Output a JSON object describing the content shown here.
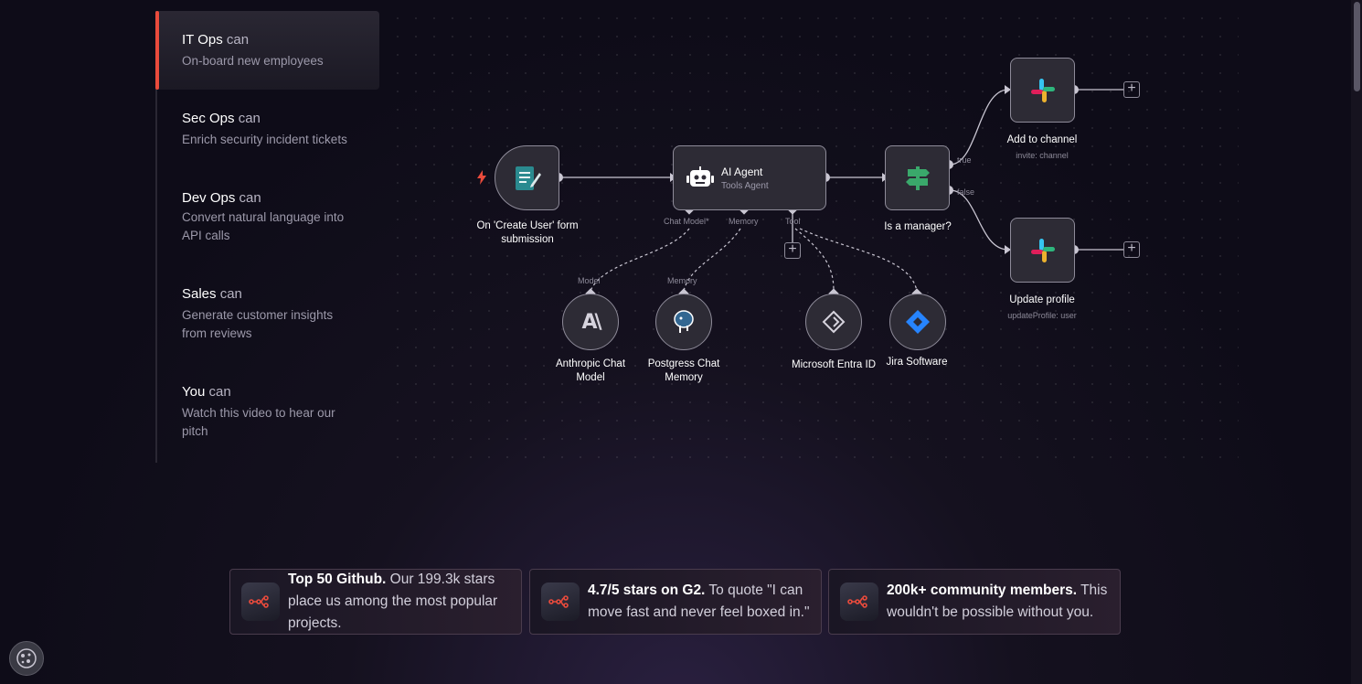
{
  "tabs": [
    {
      "title": "IT Ops",
      "can": "can",
      "desc": "On-board new employees"
    },
    {
      "title": "Sec Ops",
      "can": "can",
      "desc": "Enrich security incident tickets"
    },
    {
      "title": "Dev Ops",
      "can": "can",
      "desc": "Convert natural language into API calls"
    },
    {
      "title": "Sales",
      "can": "can",
      "desc": "Generate customer insights from reviews"
    },
    {
      "title": "You",
      "can": "can",
      "desc": "Watch this video to hear our pitch"
    }
  ],
  "workflow": {
    "trigger": {
      "label": "On 'Create User' form submission",
      "icon": "form-icon"
    },
    "agent": {
      "title": "AI Agent",
      "subtitle": "Tools Agent",
      "icon": "robot-icon",
      "ports": {
        "chat_model": "Chat Model*",
        "memory": "Memory",
        "tool": "Tool"
      }
    },
    "switch": {
      "label": "Is a manager?",
      "true_label": "true",
      "false_label": "false",
      "icon": "signpost-icon"
    },
    "slack_top": {
      "label": "Add to channel",
      "sub": "invite: channel",
      "icon": "slack-icon"
    },
    "slack_bottom": {
      "label": "Update profile",
      "sub": "updateProfile: user",
      "icon": "slack-icon"
    },
    "model": {
      "label": "Anthropic Chat Model",
      "port": "Model",
      "icon": "anthropic-icon"
    },
    "memory": {
      "label": "Postgress Chat Memory",
      "port": "Memory",
      "icon": "postgres-icon"
    },
    "entra": {
      "label": "Microsoft Entra ID",
      "icon": "entra-icon"
    },
    "jira": {
      "label": "Jira Software",
      "icon": "jira-icon"
    }
  },
  "cards": [
    {
      "bold": "Top 50 Github.",
      "text": " Our 199.3k stars place us among the most popular projects."
    },
    {
      "bold": "4.7/5 stars on G2.",
      "text": " To quote \"I can move fast and never feel boxed in.\""
    },
    {
      "bold": "200k+ community members.",
      "text": " This wouldn't be possible without you."
    }
  ],
  "colors": {
    "accent": "#ea4b3c",
    "trigger_icon": "#3aa6a6",
    "switch_icon": "#3aa86b",
    "jira": "#2684ff"
  }
}
